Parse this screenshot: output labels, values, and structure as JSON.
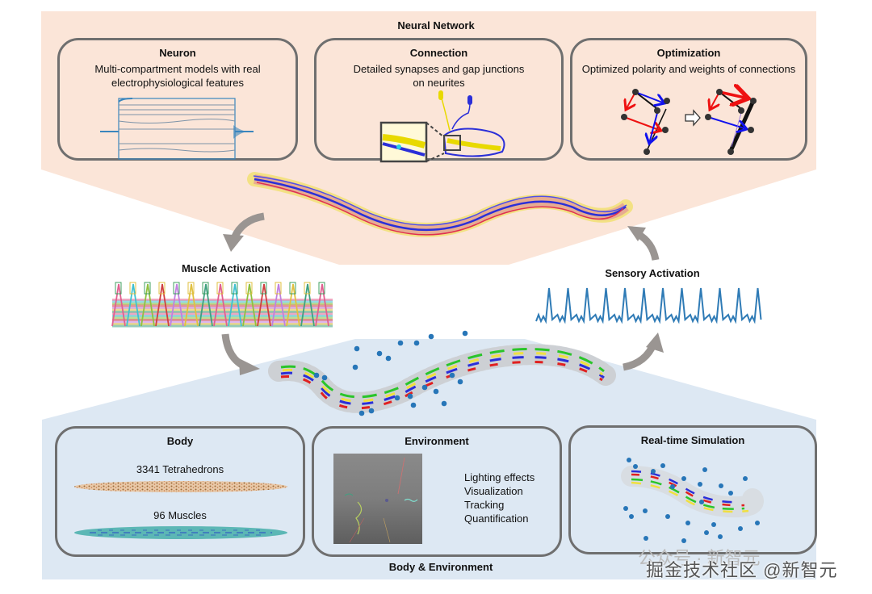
{
  "colors": {
    "top_panel": "#fbe5d8",
    "bottom_panel": "#dde8f3",
    "card_border": "#6f6f6f",
    "arrow": "#9a9592",
    "trace_blue": "#2f7bb6",
    "dot_blue": "#2776b8"
  },
  "top": {
    "title": "Neural Network",
    "cards": [
      {
        "title": "Neuron",
        "desc_lines": [
          "Multi-compartment models with real",
          "electrophysiological features"
        ]
      },
      {
        "title": "Connection",
        "desc_lines": [
          "Detailed synapses and gap junctions",
          "on neurites"
        ]
      },
      {
        "title": "Optimization",
        "desc_lines": [
          "Optimized polarity and weights of connections"
        ]
      }
    ]
  },
  "middle": {
    "muscle_label": "Muscle Activation",
    "sensory_label": "Sensory Activation"
  },
  "bottom": {
    "title": "Body & Environment",
    "cards": [
      {
        "title": "Body",
        "items": [
          "3341 Tetrahedrons",
          "96 Muscles"
        ]
      },
      {
        "title": "Environment",
        "features": [
          "Lighting effects",
          "Visualization",
          "Tracking",
          "Quantification"
        ]
      },
      {
        "title": "Real-time Simulation"
      }
    ]
  },
  "watermark": {
    "text": "掘金技术社区 @新智元",
    "faint_text": "公众号 · 新智元"
  }
}
